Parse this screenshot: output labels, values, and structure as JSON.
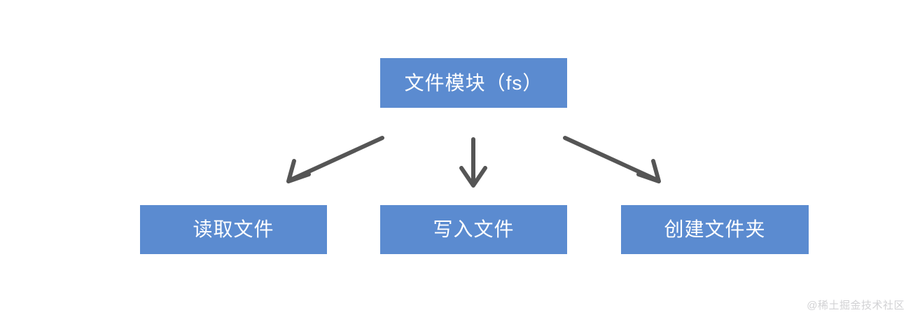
{
  "diagram": {
    "type": "flowchart",
    "background_color": "#ffffff",
    "node_fill_color": "#5b8bd0",
    "node_text_color": "#ffffff",
    "edge_color": "#555555",
    "nodes": [
      {
        "id": "root",
        "label": "文件模块（fs）",
        "role": "parent"
      },
      {
        "id": "read",
        "label": "读取文件",
        "role": "child"
      },
      {
        "id": "write",
        "label": "写入文件",
        "role": "child"
      },
      {
        "id": "mkdir",
        "label": "创建文件夹",
        "role": "child"
      }
    ],
    "edges": [
      {
        "from": "root",
        "to": "read",
        "direction": "down-left",
        "arrowhead": "open"
      },
      {
        "from": "root",
        "to": "write",
        "direction": "down",
        "arrowhead": "open"
      },
      {
        "from": "root",
        "to": "mkdir",
        "direction": "down-right",
        "arrowhead": "open"
      }
    ]
  },
  "watermark": {
    "text": "@稀土掘金技术社区"
  }
}
